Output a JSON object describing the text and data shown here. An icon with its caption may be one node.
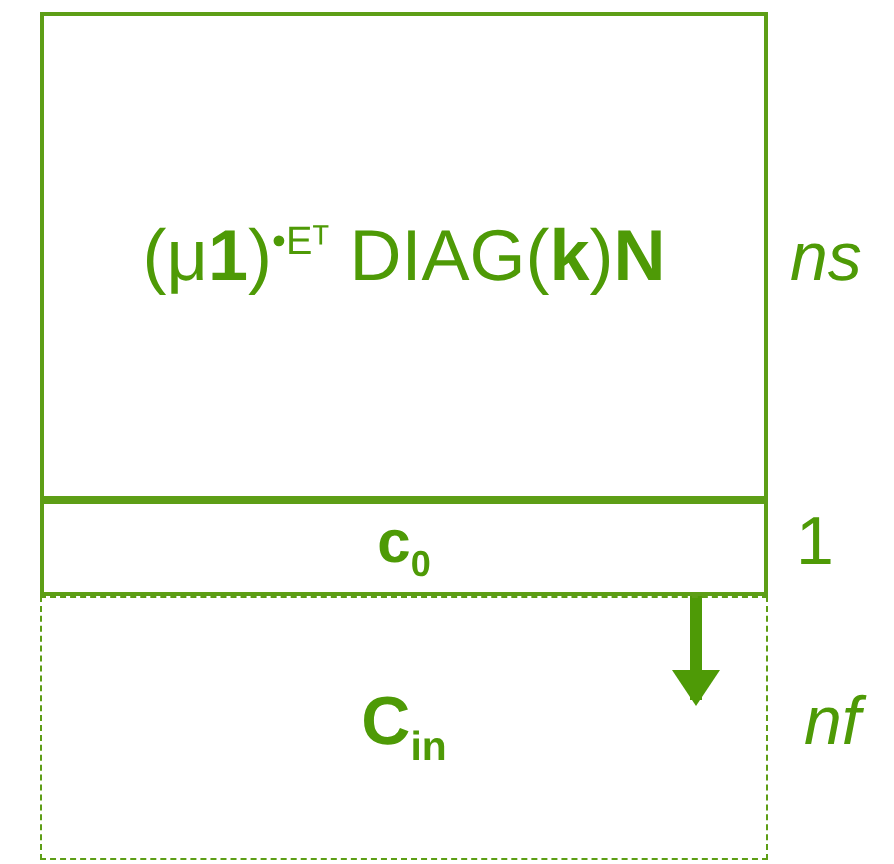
{
  "diagram": {
    "nodes": [
      {
        "text": [
          "(μ**1**)$^{•Eᵀ}$ DIAG(**k**)**N**"
        ],
        "beside": [
          "ns"
        ]
      },
      {
        "text": [
          "c$_{0}$"
        ],
        "beside": [
          "1"
        ]
      },
      {
        "text": [
          "C$_{in}$"
        ],
        "beside": [
          "nf"
        ]
      }
    ],
    "edges": [
      {
        "from": 1,
        "to": 2,
        "arrow": "to"
      }
    ]
  }
}
